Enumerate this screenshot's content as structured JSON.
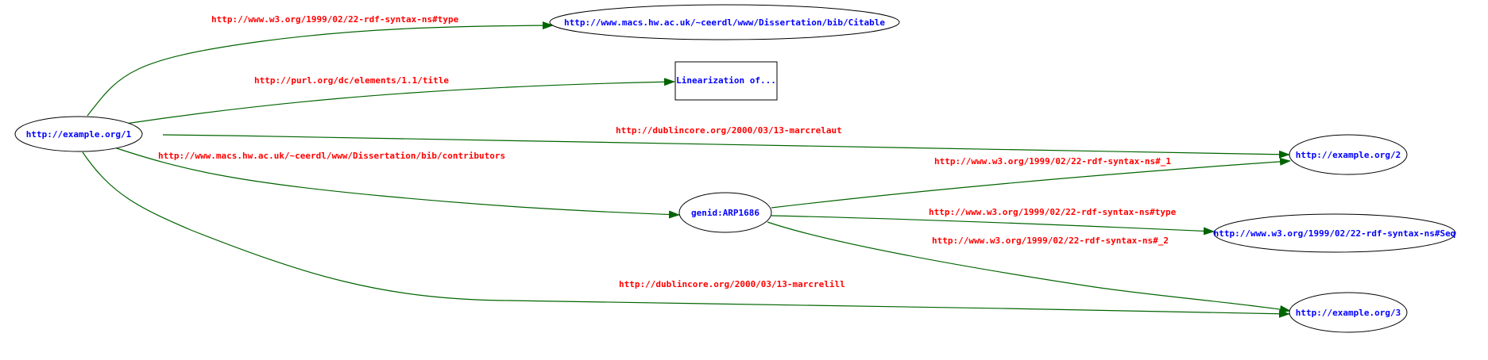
{
  "colors": {
    "node_text": "#0000ff",
    "edge_label": "#ff0000",
    "edge_line": "#006400",
    "node_border": "#000000"
  },
  "nodes": {
    "example1": {
      "label": "http://example.org/1",
      "shape": "ellipse"
    },
    "citable": {
      "label": "http://www.macs.hw.ac.uk/~ceerdl/www/Dissertation/bib/Citable",
      "shape": "ellipse"
    },
    "linearization": {
      "label": "Linearization of...",
      "shape": "box"
    },
    "example2": {
      "label": "http://example.org/2",
      "shape": "ellipse"
    },
    "genid": {
      "label": "genid:ARP1686",
      "shape": "ellipse"
    },
    "seq": {
      "label": "http://www.w3.org/1999/02/22-rdf-syntax-ns#Seq",
      "shape": "ellipse"
    },
    "example3": {
      "label": "http://example.org/3",
      "shape": "ellipse"
    }
  },
  "edges": {
    "e1": {
      "from": "example1",
      "to": "citable",
      "label": "http://www.w3.org/1999/02/22-rdf-syntax-ns#type"
    },
    "e2": {
      "from": "example1",
      "to": "linearization",
      "label": "http://purl.org/dc/elements/1.1/title"
    },
    "e3": {
      "from": "example1",
      "to": "example2",
      "label": "http://dublincore.org/2000/03/13-marcrelaut"
    },
    "e4": {
      "from": "example1",
      "to": "genid",
      "label": "http://www.macs.hw.ac.uk/~ceerdl/www/Dissertation/bib/contributors"
    },
    "e5": {
      "from": "example1",
      "to": "example3",
      "label": "http://dublincore.org/2000/03/13-marcrelill"
    },
    "e6": {
      "from": "genid",
      "to": "example2",
      "label": "http://www.w3.org/1999/02/22-rdf-syntax-ns#_1"
    },
    "e7": {
      "from": "genid",
      "to": "seq",
      "label": "http://www.w3.org/1999/02/22-rdf-syntax-ns#type"
    },
    "e8": {
      "from": "genid",
      "to": "example3",
      "label": "http://www.w3.org/1999/02/22-rdf-syntax-ns#_2"
    }
  }
}
